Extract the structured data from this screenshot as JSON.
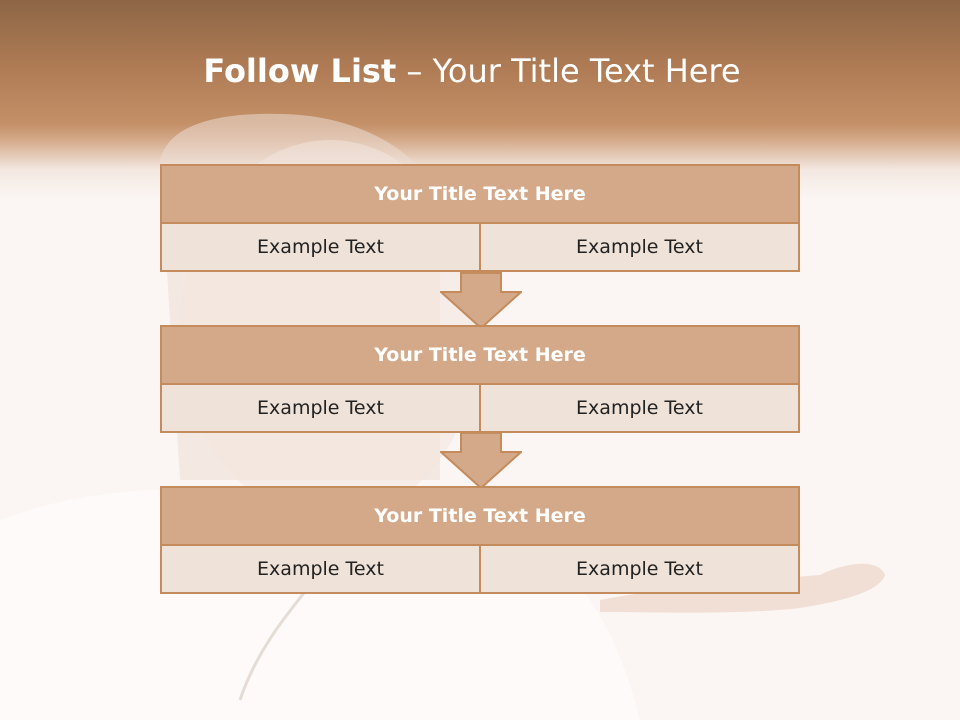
{
  "slide": {
    "title_bold": "Follow List",
    "title_rest": " – Your Title Text Here"
  },
  "blocks": [
    {
      "title": "Your Title Text Here",
      "cells": [
        "Example Text",
        "Example Text"
      ]
    },
    {
      "title": "Your Title Text Here",
      "cells": [
        "Example Text",
        "Example Text"
      ]
    },
    {
      "title": "Your Title Text Here",
      "cells": [
        "Example Text",
        "Example Text"
      ]
    }
  ],
  "colors": {
    "header": "#b07c55",
    "block_title_fill": "#d4a98a",
    "block_cell_fill": "#efe2d9",
    "border": "#c48b5c",
    "arrow": "#d4a98a"
  }
}
